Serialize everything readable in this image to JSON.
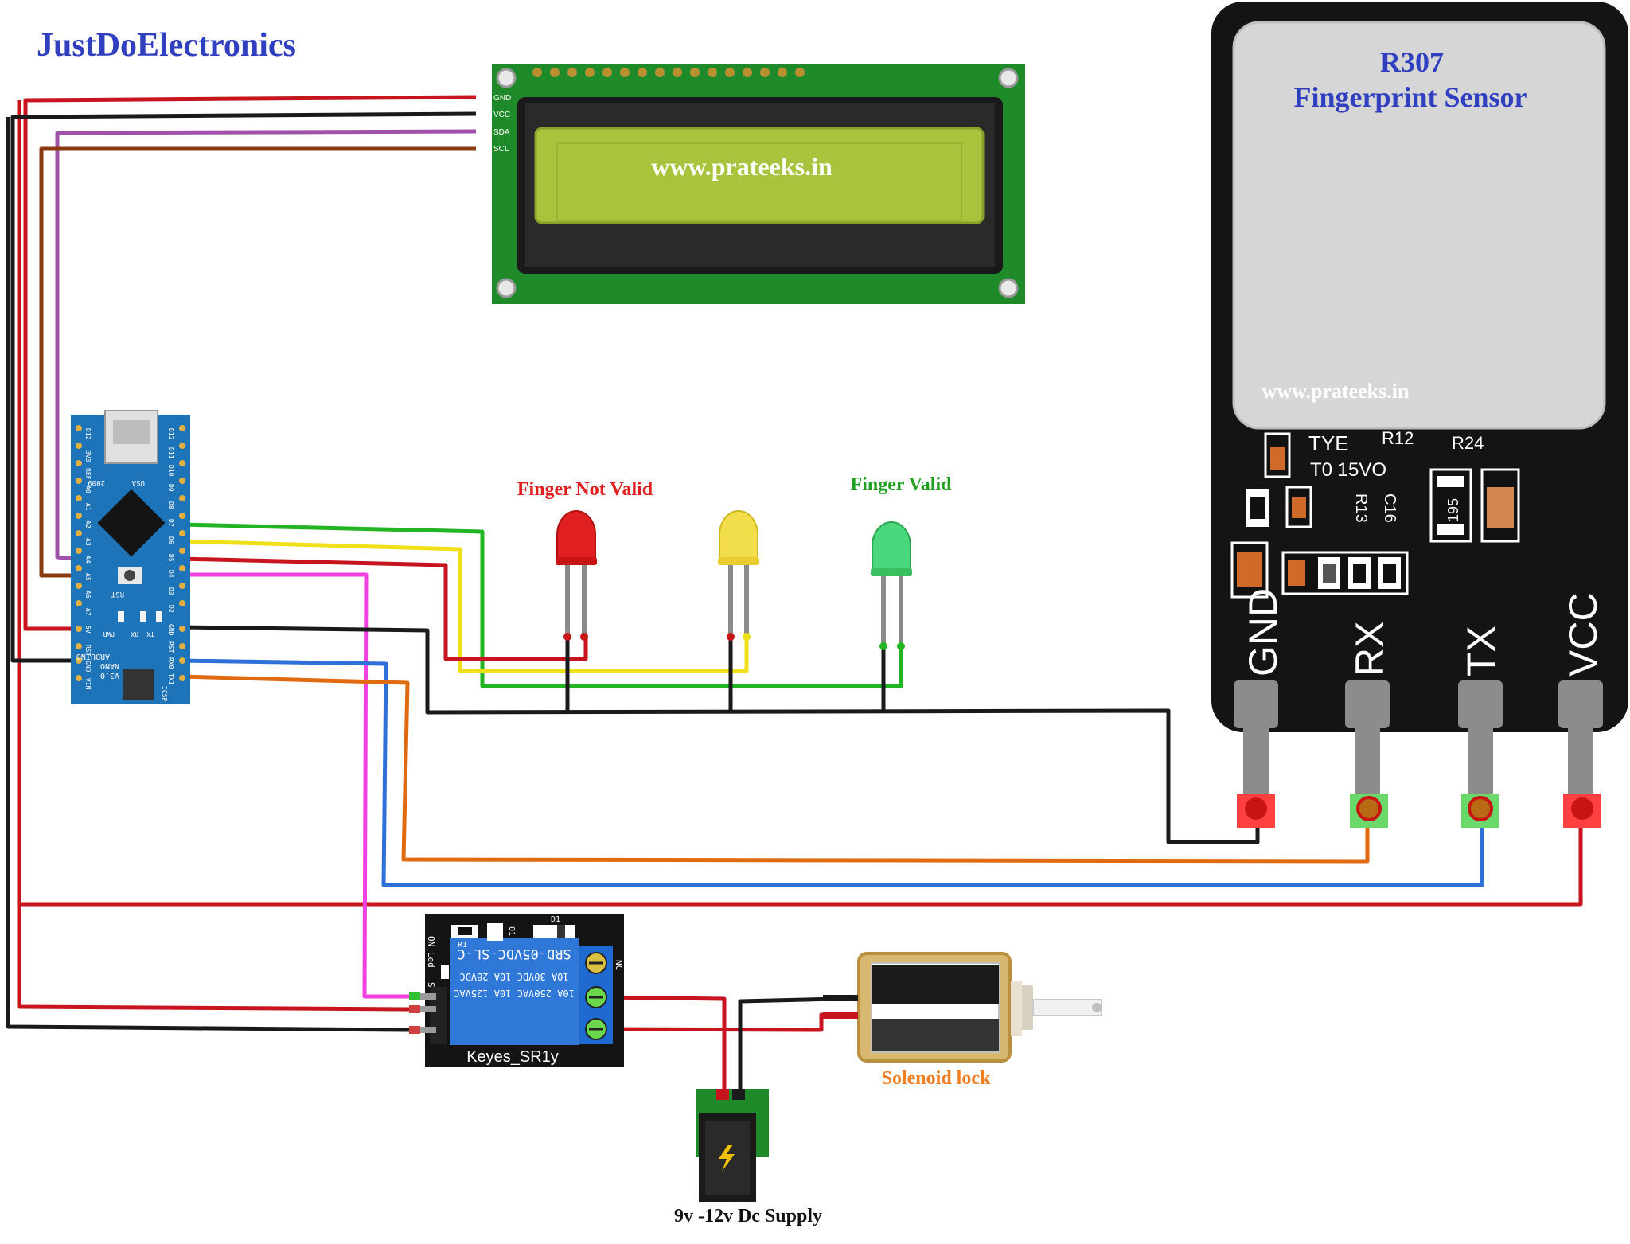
{
  "brand": {
    "title": "JustDoElectronics",
    "color": "#2f3fbf"
  },
  "lcd": {
    "pins": [
      "GND",
      "VCC",
      "SDA",
      "SCL"
    ],
    "text": "www.prateeks.in",
    "board_color": "#1f8a2a",
    "screen_color": "#a8c43c"
  },
  "fingerprint": {
    "title_line1": "R307",
    "title_line2": "Fingerprint Sensor",
    "watermark": "www.prateeks.in",
    "labels": {
      "tye": "TYE",
      "to15vo": "T0 15VO",
      "r12": "R12",
      "r24": "R24",
      "r13": "R13",
      "c16": "C16",
      "res195": "195"
    },
    "pins": [
      "GND",
      "RX",
      "TX",
      "VCC"
    ]
  },
  "arduino": {
    "name": "ARDUINO",
    "model": "NANO",
    "version": "V3.0",
    "usa": "USA",
    "year": "2009",
    "rst": "RST",
    "pwr": "PWR",
    "rx": "RX",
    "tx": "TX",
    "icsp": "ICSP",
    "left_pins": [
      "D12",
      "3V3",
      "REF",
      "A0",
      "A1",
      "A2",
      "A3",
      "A4",
      "A5",
      "A6",
      "A7",
      "5V",
      "RST",
      "GND",
      "VIN"
    ],
    "right_pins": [
      "D12",
      "D11",
      "D10",
      "D9",
      "D8",
      "D7",
      "D6",
      "D5",
      "D4",
      "D3",
      "D2",
      "GND",
      "RST",
      "RX0",
      "TX1"
    ]
  },
  "leds": [
    {
      "label": "Finger Not Valid",
      "color": "#e02020",
      "label_color": "#e02020"
    },
    {
      "label": "",
      "color": "#f2dd4a",
      "label_color": ""
    },
    {
      "label": "Finger Valid",
      "color": "#4ad67a",
      "label_color": "#20a020"
    }
  ],
  "relay": {
    "name": "Keyes_SR1y",
    "model": "SRD-05VDC-SL-C",
    "rating1": "10A 250VAC  10A 125VAC",
    "rating2": "10A 30VDC  10A 28VDC",
    "led_label": "ON Led",
    "r1": "R1",
    "d1": "D1",
    "q1": "Q1",
    "nc": "NC",
    "s": "S"
  },
  "solenoid": {
    "label": "Solenoid lock",
    "label_color": "#ef7d22"
  },
  "supply": {
    "label": "9v -12v Dc Supply"
  },
  "colors": {
    "red": "#c8141e",
    "black": "#1a1a1a",
    "purple": "#a050a8",
    "brown": "#8b3a10",
    "green": "#22b422",
    "yellow": "#f0e01a",
    "magenta": "#f040e0",
    "blue": "#2f6fd8",
    "orange": "#e06a10"
  }
}
